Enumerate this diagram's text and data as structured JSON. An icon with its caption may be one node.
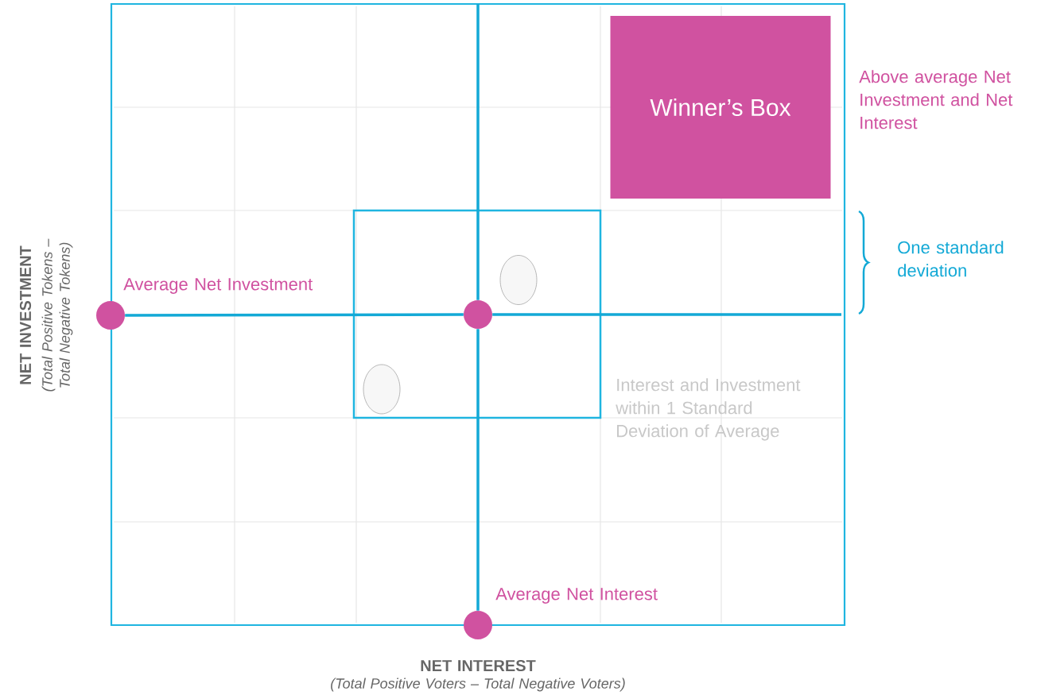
{
  "diagram": {
    "nodes": [
      {
        "text": [
          "Winner’s Box"
        ],
        "beside": [
          "Above average Net Investment and Net Interest"
        ]
      },
      {
        "text": [],
        "shape": "box"
      },
      {
        "text": [],
        "shape": "ellipse",
        "in": 1
      },
      {
        "text": [],
        "shape": "ellipse",
        "in": 1
      },
      {
        "text": [],
        "shape": "circle",
        "beside": [
          "Average Net Investment"
        ]
      },
      {
        "text": [],
        "shape": "circle",
        "in": 1
      },
      {
        "text": [],
        "shape": "circle",
        "beside": [
          "Average Net Interest"
        ]
      }
    ],
    "edges": [
      {
        "from": 4,
        "to": 5,
        "arrow": "none"
      },
      {
        "from": 5,
        "to": null,
        "arrow": "none"
      },
      {
        "from": null,
        "to": 5,
        "arrow": "none"
      },
      {
        "from": 5,
        "to": 6,
        "arrow": "none"
      }
    ],
    "labels": [
      "One standard deviation",
      "Interest and Investment within 1 Standard Deviation of Average",
      "NET INVESTMENT",
      "(Total Positive Tokens – Total Negative Tokens)",
      "NET INTEREST",
      "(Total Positive Voters – Total Negative Voters)"
    ]
  }
}
